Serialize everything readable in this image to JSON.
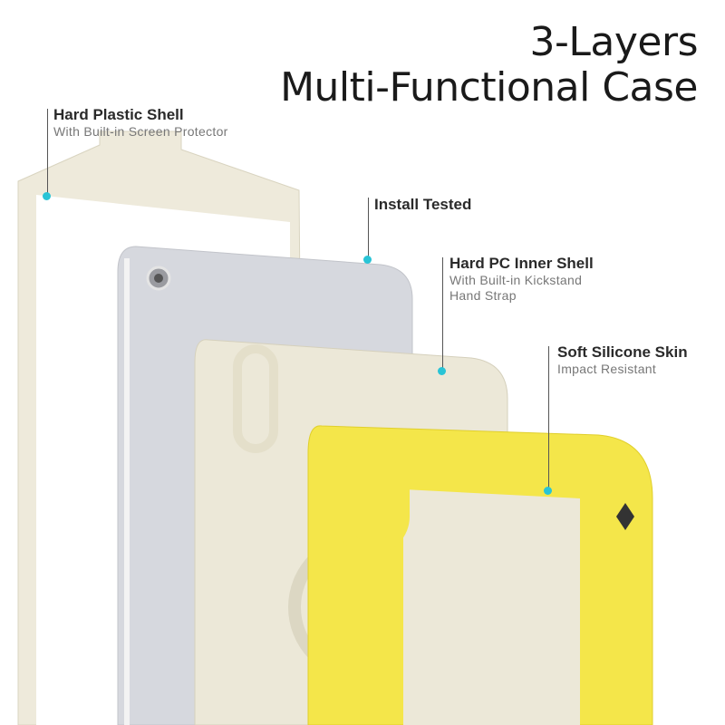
{
  "title": {
    "line1": "3-Layers",
    "line2": "Multi-Functional Case"
  },
  "callouts": [
    {
      "heading": "Hard Plastic Shell",
      "sub": [
        "With Built-in Screen Protector"
      ]
    },
    {
      "heading": "Install Tested",
      "sub": []
    },
    {
      "heading": "Hard PC Inner Shell",
      "sub": [
        "With Built-in Kickstand",
        "Hand Strap"
      ]
    },
    {
      "heading": "Soft Silicone Skin",
      "sub": [
        "Impact Resistant"
      ]
    }
  ],
  "colors": {
    "accent_dot": "#29c4d6",
    "shell": "#eeeadb",
    "silicone": "#f4e64a",
    "tablet": "#d6d8de"
  }
}
